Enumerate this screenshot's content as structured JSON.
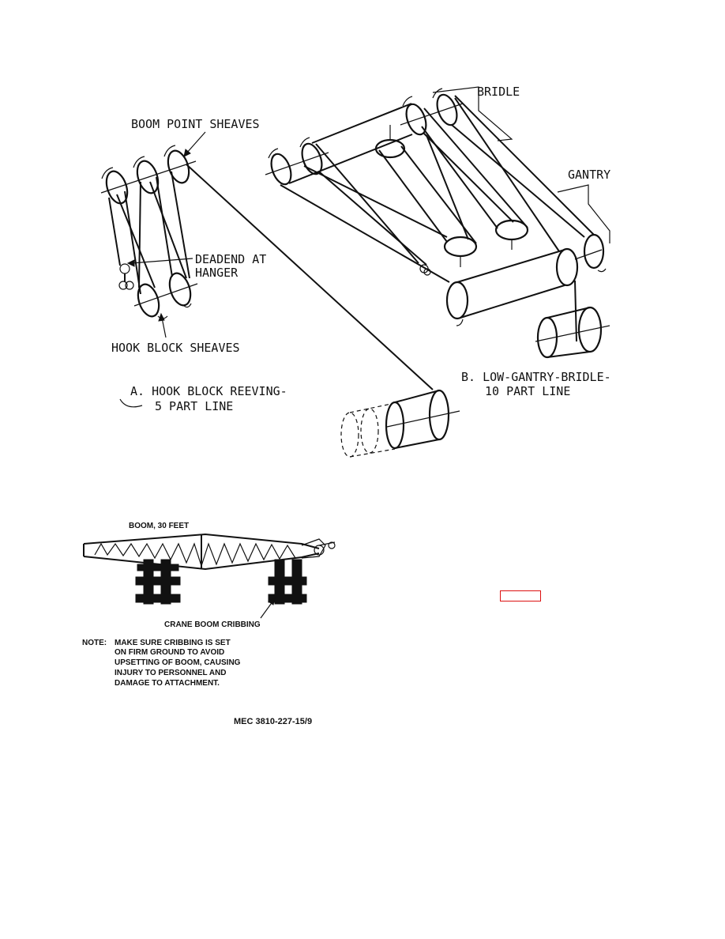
{
  "figure_a": {
    "label_boom_point_sheaves": "BOOM POINT SHEAVES",
    "label_deadend_line1": "DEADEND AT",
    "label_deadend_line2": "HANGER",
    "label_hook_block_sheaves": "HOOK BLOCK SHEAVES",
    "caption_line1": "A. HOOK BLOCK REEVING-",
    "caption_line2": "5 PART LINE"
  },
  "figure_b": {
    "label_bridle": "BRIDLE",
    "label_gantry": "GANTRY",
    "caption_line1": "B. LOW-GANTRY-BRIDLE-",
    "caption_line2": "10 PART LINE"
  },
  "cribbing": {
    "label_boom": "BOOM, 30 FEET",
    "label_cribbing": "CRANE BOOM CRIBBING",
    "note_prefix": "NOTE:",
    "note_lines": [
      "MAKE SURE CRIBBING IS SET",
      "ON FIRM GROUND TO AVOID",
      "UPSETTING OF BOOM, CAUSING",
      "INJURY TO PERSONNEL AND",
      "DAMAGE TO ATTACHMENT."
    ]
  },
  "figure_code": "MEC 3810-227-15/9"
}
